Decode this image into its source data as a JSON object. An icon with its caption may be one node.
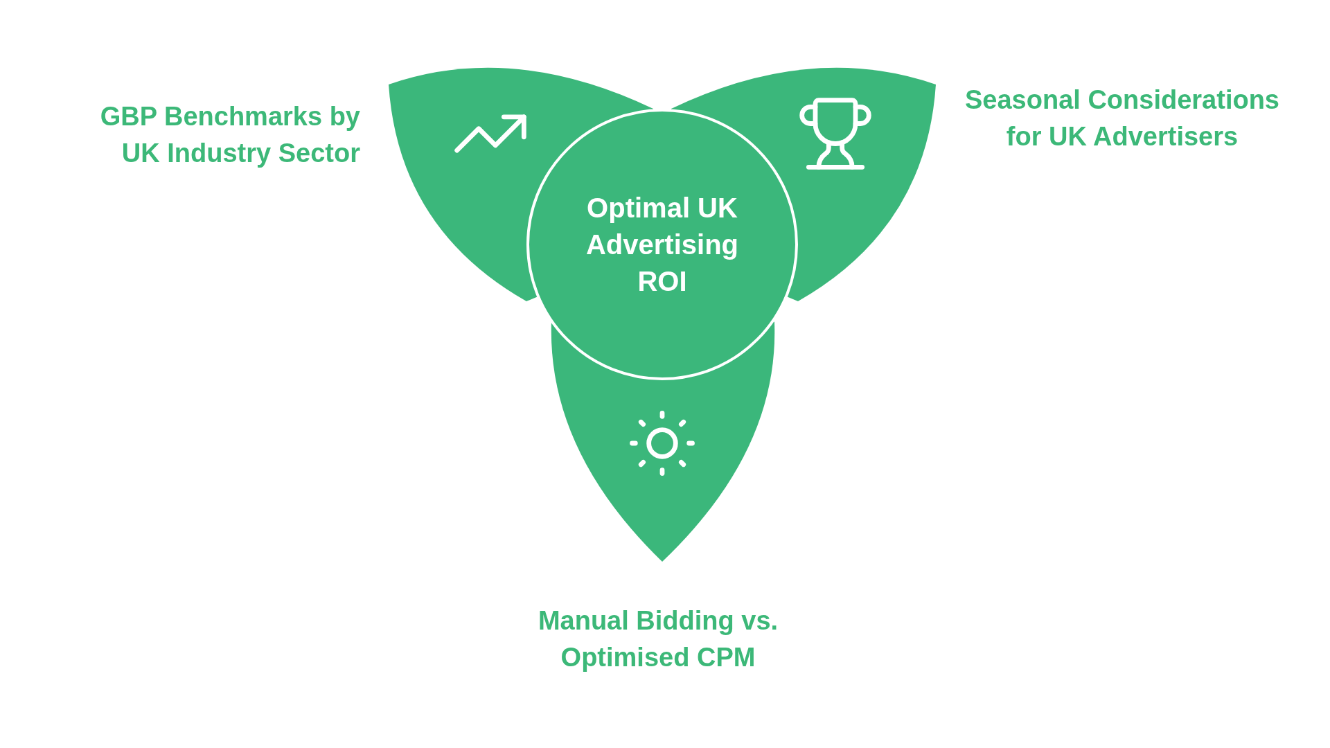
{
  "diagram": {
    "nodes": [
      {
        "text": [
          "GBP Benchmarks by UK Industry Sector"
        ]
      },
      {
        "text": [
          "Seasonal Considerations for UK Advertisers"
        ]
      },
      {
        "text": [
          "Optimal UK Advertising ROI"
        ]
      },
      {
        "text": [
          "Manual Bidding vs. Optimised CPM"
        ]
      }
    ]
  }
}
